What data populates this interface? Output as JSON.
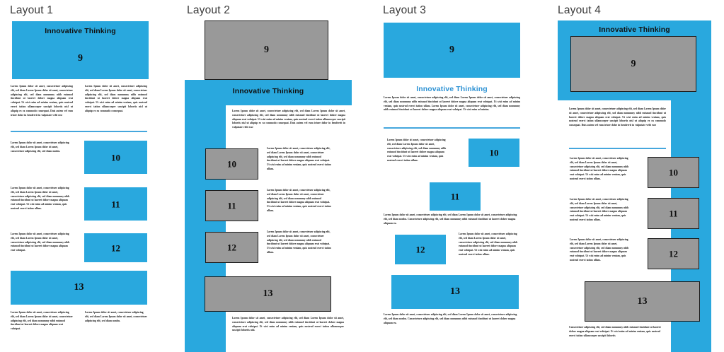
{
  "colors": {
    "accent_blue": "#29a8de",
    "title_blue": "#2f93d4",
    "gray_box": "#999999",
    "box_border": "#1b1b1b",
    "page_bg": "#ffffff",
    "heading_gray": "#3b3b3b"
  },
  "common": {
    "heading": "Innovative Thinking",
    "numbers": {
      "n9": "9",
      "n10": "10",
      "n11": "11",
      "n12": "12",
      "n13": "13"
    }
  },
  "lorem": {
    "long_a": "Lorem Ipsum dolor sit amet, consectetuer adipiscing elit, sed diam Lorem Ipsum dolor sit amet, consectetuer adipiscing elit, sed diam nonummy nibh euismod tincidunt ut laoreet dolore magna aliquam erat volutpat. Ut wisi enim ad minim veniam, quis nostrud exerci tation ullamcorper suscipit lobortis nisl ut aliquip ex ea commodo consequat. Duis autem vel eum iriure dolor in hendrerit in vulputate velit esse",
    "long_b": "Lorem Ipsum dolor sit amet, consectetuer adipiscing elit, sed diam Lorem Ipsum dolor sit amet, consectetuer adipiscing elit, sed diam nonummy nibh euismod tincidunt ut laoreet dolore magna aliquam erat volutpat. Ut wisi enim ad minim veniam, quis nostrud exerci tation ullamcorper suscipit lobortis nisl ut aliquip ex ea commodo consequat.",
    "short_a": "Lorem Ipsum dolor sit amet, consectetuer adipiscing elit, sed diam Lorem Ipsum dolor sit amet, consectetuer adipiscing elit, sed diam nonbu.",
    "med_a": "Lorem Ipsum dolor sit amet, consectetuer adipiscing elit, sed diam Lorem Ipsum dolor sit amet, consectetuer adipiscing elit, sed diam nonummy nibh euismod tincidunt ut laoreet dolore magna aliquam erat volutpat. Ut wisi enim ad minim veniam, quis nostrud exerci tation ullam.",
    "med_b": "Lorem Ipsum dolor sit amet, consectetuer adipiscing elit, sed diam Lorem Ipsum dolor sit amet, consectetuer adipiscing elit, sed diam nonummy nibh euismod tincidunt ut laoreet dolore magna aliquam erat volutpat.",
    "med_c": "Lorem Ipsum dolor sit amet, consectetuer adipiscing elit, sed diam Lorem Ipsum dolor sit amet, consectetuer adipiscing elit, sed diam nonummy nibh euismod tincidunt ut laoreet dolore magna aliquam erat volutpat. Ut wisi enim ad minim veniam, quis nostrud exerci tation ullam.",
    "l2_intro": "Lorem Ipsum dolor sit amet, consectetuer adipiscing elit, sed diam Lorem Ipsum dolor sit amet, consectetuer adipiscing elit, sed diam nonummy nibh euismod tincidunt ut laoreet dolore magna aliquam erat volutpat. Ut wisi enim ad minim veniam, quis nostrud exerci tation ullamcorper suscipit lobortis nisl ut aliquip ex ea commodo consequat. Duis autem vel eum iriure dolor in hendrerit in vulputate velit esse",
    "l2_outro": "Lorem Ipsum dolor sit amet, consectetuer adipiscing elit, sed diam Lorem Ipsum dolor sit amet, consectetuer adipiscing elit, sed diam nonummy nibh euismod tincidunt ut laoreet dolore magna aliquam erat volutpat. Ut wisi enim ad minim veniam, quis nostrud exerci tation ullamcorper suscipit lobortis nisl.",
    "l3_intro": "Lorem Ipsum dolor sit amet, consectetuer adipiscing elit, sed diam Lorem Ipsum dolor sit amet, consectetuer adipiscing elit, sed diam nonummy nibh euismod tincidunt ut laoreet dolore magna aliquam erat volutpat. Ut wisi enim ad minim veniam, quis nostrud exerci tation ullam. Lorem Ipsum dolor sit amet, consectetuer adipiscing elit, sed diam nonummy nibh euismod tincidunt ut laoreet dolore magna aliquam erat volutpat. Ut wisi enim ad minim.",
    "l3_wide_a": "Lorem Ipsum dolor sit amet, consectetuer adipiscing elit, sed diam Lorem Ipsum dolor sit amet, consectetuer adipiscing elit, sed diam nonbu. Consectetuer adipiscing elit, sed diam nonummy nibh euismod tincidunt ut laoreet dolore magna aliquam eu.",
    "l3_wide_b": "Lorem Ipsum dolor sit amet, consectetuer adipiscing elit, sed diam Lorem Ipsum dolor sit amet, consectetuer adipiscing elit, sed diam nonbu. Consectetuer adipiscing elit, sed diam nonummy nibh euismod tincidunt ut laoreet dolore magna aliquam eu.",
    "l4_outro": "Consectetuer adipiscing elit, sed diam nonummy nibh euismod tincidunt ut laoreet dolore magna aliquam erat volutpat. Ut wisi enim ad minim veniam, quis nostrud exerci tation ullamcorper suscipit lobortis"
  },
  "layout1": {
    "label": "Layout 1",
    "banner_heading": "Innovative Thinking",
    "hero_number": "9",
    "col_left_top": "Lorem Ipsum dolor sit amet, consectetuer adipiscing elit, sed diam Lorem Ipsum dolor sit amet, consectetuer adipiscing elit, sed diam nonummy nibh euismod tincidunt ut laoreet dolore magna aliquam erat volutpat. Ut wisi enim ad minim veniam, quis nostrud exerci tation ullamcorper suscipit lobortis nisl ut aliquip ex ea commodo consequat. Duis autem vel eum iriure dolor in hendrerit in vulputate velit esse",
    "col_right_top": "Lorem Ipsum dolor sit amet, consectetuer adipiscing elit, sed diam Lorem Ipsum dolor sit amet, consectetuer adipiscing elit, sed diam nonummy nibh euismod tincidunt ut laoreet dolore magna aliquam erat volutpat. Ut wisi enim ad minim veniam, quis nostrud exerci tation ullamcorper suscipit lobortis nisl ut aliquip ex ea commodo consequat.",
    "rows": [
      {
        "number": "10",
        "text": "Lorem Ipsum dolor sit amet, consectetuer adipiscing elit, sed diam Lorem Ipsum dolor sit amet, consectetuer adipiscing elit, sed diam nonbu."
      },
      {
        "number": "11",
        "text": "Lorem Ipsum dolor sit amet, consectetuer adipiscing elit, sed diam Lorem Ipsum dolor sit amet, consectetuer adipiscing elit, sed diam nonummy nibh euismod tincidunt ut laoreet dolore magna aliquam erat volutpat. Ut wisi enim ad minim veniam, quis nostrud exerci tation ullam."
      },
      {
        "number": "12",
        "text": "Lorem Ipsum dolor sit amet, consectetuer adipiscing elit, sed diam Lorem Ipsum dolor sit amet, consectetuer adipiscing elit, sed diam nonummy nibh euismod tincidunt ut laoreet dolore magna aliquam erat volutpat."
      }
    ],
    "wide_number": "13",
    "col_left_bottom": "Lorem Ipsum dolor sit amet, consectetuer adipiscing elit, sed diam Lorem Ipsum dolor sit amet, consectetuer adipiscing elit, sed diam nonummy nibh euismod tincidunt ut laoreet dolore magna aliquam erat volutpat.",
    "col_right_bottom": "Lorem Ipsum dolor sit amet, consectetuer adipiscing elit, sed diam Lorem Ipsum dolor sit amet, consectetuer adipiscing elit, sed diam nonbu."
  },
  "layout2": {
    "label": "Layout 2",
    "banner_heading": "Innovative Thinking",
    "hero_number": "9",
    "intro": "Lorem Ipsum dolor sit amet, consectetuer adipiscing elit, sed diam Lorem Ipsum dolor sit amet, consectetuer adipiscing elit, sed diam nonummy nibh euismod tincidunt ut laoreet dolore magna aliquam erat volutpat. Ut wisi enim ad minim veniam, quis nostrud exerci tation ullamcorper suscipit lobortis nisl ut aliquip ex ea commodo consequat. Duis autem vel eum iriure dolor in hendrerit in vulputate velit esse",
    "rows": [
      {
        "number": "10",
        "text": "Lorem Ipsum dolor sit amet, consectetuer adipiscing elit, sed diam Lorem Ipsum dolor sit amet, consectetuer adipiscing elit, sed diam nonummy nibh euismod tincidunt ut laoreet dolore magna aliquam erat volutpat. Ut wisi enim ad minim veniam, quis nostrud exerci tation ullam."
      },
      {
        "number": "11",
        "text": "Lorem Ipsum dolor sit amet, consectetuer adipiscing elit, sed diam Lorem Ipsum dolor sit amet, consectetuer adipiscing elit, sed diam nonummy nibh euismod tincidunt ut laoreet dolore magna aliquam erat volutpat. Ut wisi enim ad minim veniam, quis nostrud exerci tation ullam."
      },
      {
        "number": "12",
        "text": "Lorem Ipsum dolor sit amet, consectetuer adipiscing elit, sed diam Lorem Ipsum dolor sit amet, consectetuer adipiscing elit, sed diam nonummy nibh euismod tincidunt ut laoreet dolore magna aliquam erat volutpat. Ut wisi enim ad minim veniam, quis nostrud exerci tation ullam."
      }
    ],
    "wide_number": "13",
    "outro": "Lorem Ipsum dolor sit amet, consectetuer adipiscing elit, sed diam Lorem Ipsum dolor sit amet, consectetuer adipiscing elit, sed diam nonummy nibh euismod tincidunt ut laoreet dolore magna aliquam erat volutpat. Ut wisi enim ad minim veniam, quis nostrud exerci tation ullamcorper suscipit lobortis nisl."
  },
  "layout3": {
    "label": "Layout 3",
    "heading": "Innovative Thinking",
    "hero_number": "9",
    "intro": "Lorem Ipsum dolor sit amet, consectetuer adipiscing elit, sed diam Lorem Ipsum dolor sit amet, consectetuer adipiscing elit, sed diam nonummy nibh euismod tincidunt ut laoreet dolore magna aliquam erat volutpat. Ut wisi enim ad minim veniam, quis nostrud exerci tation ullam. Lorem Ipsum dolor sit amet, consectetuer adipiscing elit, sed diam nonummy nibh euismod tincidunt ut laoreet dolore magna aliquam erat volutpat. Ut wisi enim ad minim.",
    "block10_text": "Lorem Ipsum dolor sit amet, consectetuer adipiscing elit, sed diam Lorem Ipsum dolor sit amet, consectetuer adipiscing elit, sed diam nonummy nibh euismod tincidunt ut laoreet dolore magna aliquam erat volutpat. Ut wisi enim ad minim veniam, quis nostrud exerci tation ullam.",
    "n10": "10",
    "n11": "11",
    "block11_caption": "Lorem Ipsum dolor sit amet, consectetuer adipiscing elit, sed diam Lorem Ipsum dolor sit amet, consectetuer adipiscing elit, sed diam nonbu. Consectetuer adipiscing elit, sed diam nonummy nibh euismod tincidunt ut laoreet dolore magna aliquam eu.",
    "n12": "12",
    "block12_text": "Lorem Ipsum dolor sit amet, consectetuer adipiscing elit, sed diam Lorem Ipsum dolor sit amet, consectetuer adipiscing elit, sed diam nonummy nibh euismod tincidunt ut laoreet dolore magna aliquam erat volutpat. Ut wisi enim ad minim veniam, quis nostrud exerci tation ullam.",
    "n13": "13",
    "block13_caption": "Lorem Ipsum dolor sit amet, consectetuer adipiscing elit, sed diam Lorem Ipsum dolor sit amet, consectetuer adipiscing elit, sed diam nonbu. Consectetuer adipiscing elit, sed diam nonummy nibh euismod tincidunt ut laoreet dolore magna aliquam eu."
  },
  "layout4": {
    "label": "Layout 4",
    "banner_heading": "Innovative Thinking",
    "hero_number": "9",
    "intro": "Lorem Ipsum dolor sit amet, consectetuer adipiscing elit, sed diam Lorem Ipsum dolor sit amet, consectetuer adipiscing elit, sed diam nonummy nibh euismod tincidunt ut laoreet dolore magna aliquam erat volutpat. Ut wisi enim ad minim veniam, quis nostrud exerci tation ullamcorper suscipit lobortis nisl ut aliquip ex ea commodo consequat. Duis autem vel eum iriure dolor in hendrerit in vulputate velit esse",
    "rows": [
      {
        "number": "10",
        "text": "Lorem Ipsum dolor sit amet, consectetuer adipiscing elit, sed diam Lorem Ipsum dolor sit amet, consectetuer adipiscing elit, sed diam nonummy nibh euismod tincidunt ut laoreet dolore magna aliquam erat volutpat. Ut wisi enim ad minim veniam, quis nostrud exerci tation ullam."
      },
      {
        "number": "11",
        "text": "Lorem Ipsum dolor sit amet, consectetuer adipiscing elit, sed diam Lorem Ipsum dolor sit amet, consectetuer adipiscing elit, sed diam nonummy nibh euismod tincidunt ut laoreet dolore magna aliquam erat volutpat. Ut wisi enim ad minim veniam, quis nostrud exerci tation ullam."
      },
      {
        "number": "12",
        "text": "Lorem Ipsum dolor sit amet, consectetuer adipiscing elit, sed diam Lorem Ipsum dolor sit amet, consectetuer adipiscing elit, sed diam nonummy nibh euismod tincidunt ut laoreet dolore magna aliquam erat volutpat. Ut wisi enim ad minim veniam, quis nostrud exerci tation ullam."
      }
    ],
    "wide_number": "13",
    "outro": "Consectetuer adipiscing elit, sed diam nonummy nibh euismod tincidunt ut laoreet dolore magna aliquam erat volutpat. Ut wisi enim ad minim veniam, quis nostrud exerci tation ullamcorper suscipit lobortis"
  }
}
